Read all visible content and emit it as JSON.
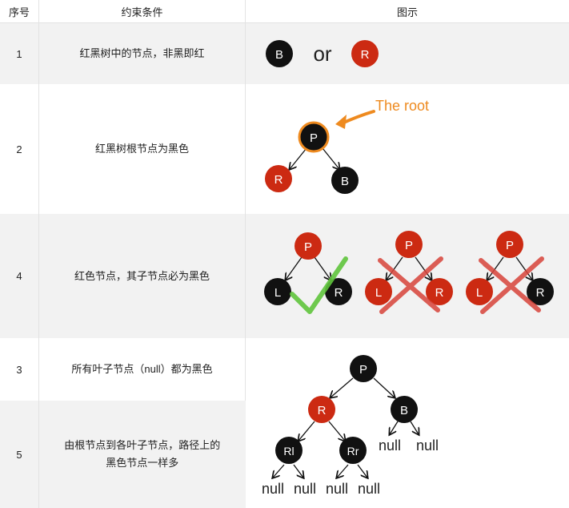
{
  "table": {
    "headers": [
      "序号",
      "约束条件",
      "图示"
    ],
    "rows": [
      {
        "num": "1",
        "cond": "红黑树中的节点，非黑即红"
      },
      {
        "num": "2",
        "cond": "红黑树根节点为黑色"
      },
      {
        "num": "4",
        "cond": "红色节点，其子节点必为黑色"
      },
      {
        "num": "3",
        "cond": "所有叶子节点（null）都为黑色"
      },
      {
        "num": "5",
        "cond_line1": "由根节点到各叶子节点，路径上的",
        "cond_line2": "黑色节点一样多"
      }
    ]
  },
  "figures": {
    "fig1": {
      "node_b": "B",
      "or_text": "or",
      "node_r": "R"
    },
    "fig2": {
      "root_label": "The root",
      "node_p": "P",
      "node_r": "R",
      "node_b": "B"
    },
    "fig4": {
      "valid": {
        "p": "P",
        "l": "L",
        "r": "R"
      },
      "invalid1": {
        "p": "P",
        "l": "L",
        "r": "R"
      },
      "invalid2": {
        "p": "P",
        "l": "L",
        "r": "R"
      }
    },
    "fig5": {
      "p": "P",
      "r": "R",
      "b": "B",
      "rl": "Rl",
      "rr": "Rr",
      "null_label": "null"
    }
  },
  "colors": {
    "black_node": "#111111",
    "red_node": "#cc2a12",
    "root_outline": "#ee8a1f",
    "check": "#5fc43c",
    "cross": "#d8443a"
  }
}
